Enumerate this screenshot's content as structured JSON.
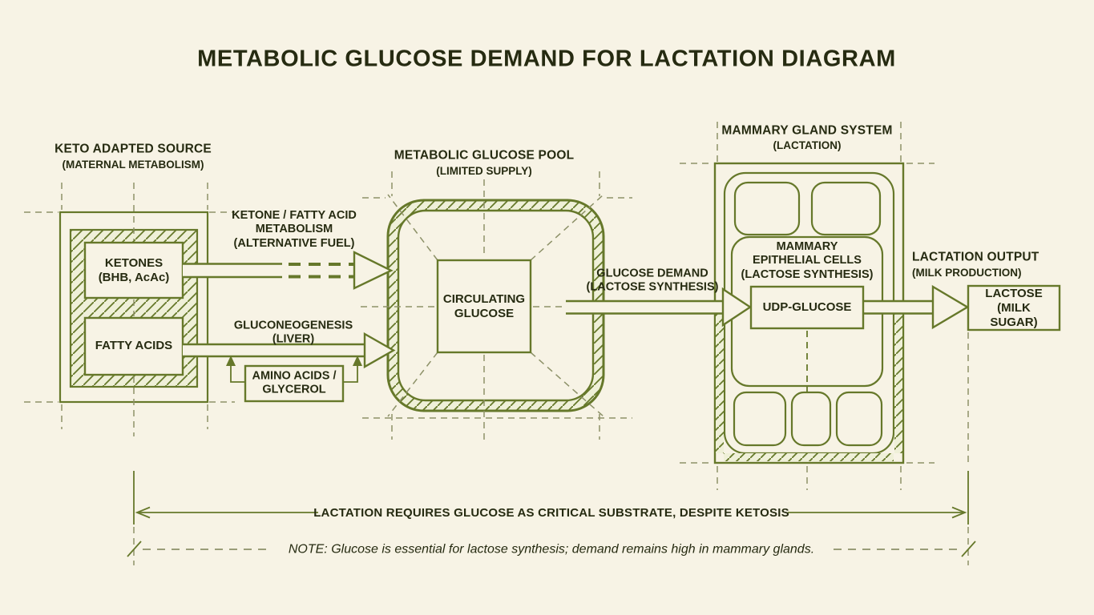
{
  "palette": {
    "background": "#f7f3e5",
    "line_green": "#66782a",
    "construction_dash": "#8d9168",
    "text_dark": "#262b11",
    "hatch_fill": "#eff0d8"
  },
  "title": "METABOLIC GLUCOSE DEMAND FOR LACTATION DIAGRAM",
  "sections": {
    "keto_source": {
      "title": "KETO ADAPTED SOURCE",
      "subtitle": "(MATERNAL METABOLISM)",
      "ketones_box": "KETONES\n(BHB, AcAc)",
      "fatty_acids_box": "FATTY ACIDS"
    },
    "glucose_pool": {
      "title": "METABOLIC GLUCOSE POOL",
      "subtitle": "(LIMITED SUPPLY)",
      "circulating_box": "CIRCULATING\nGLUCOSE"
    },
    "mammary_gland": {
      "title": "MAMMARY GLAND SYSTEM",
      "subtitle": "(LACTATION)",
      "epithelial_label": "MAMMARY\nEPITHELIAL CELLS\n(LACTOSE SYNTHESIS)",
      "udp_box": "UDP-GLUCOSE"
    },
    "lactation_output": {
      "title": "LACTATION OUTPUT",
      "subtitle": "(MILK PRODUCTION)",
      "lactose_box": "LACTOSE\n(MILK SUGAR)"
    }
  },
  "flows": {
    "ketone_metabolism": "KETONE / FATTY ACID\nMETABOLISM\n(ALTERNATIVE FUEL)",
    "gluconeogenesis": "GLUCONEOGENESIS\n(LIVER)",
    "amino_glycerol_box": "AMINO ACIDS /\nGLYCEROL",
    "glucose_demand": "GLUCOSE DEMAND\n(LACTOSE SYNTHESIS)"
  },
  "footer": {
    "dimension_label": "LACTATION REQUIRES GLUCOSE AS CRITICAL SUBSTRATE, DESPITE KETOSIS",
    "note": "NOTE: Glucose is essential for lactose synthesis; demand remains high in mammary glands."
  }
}
